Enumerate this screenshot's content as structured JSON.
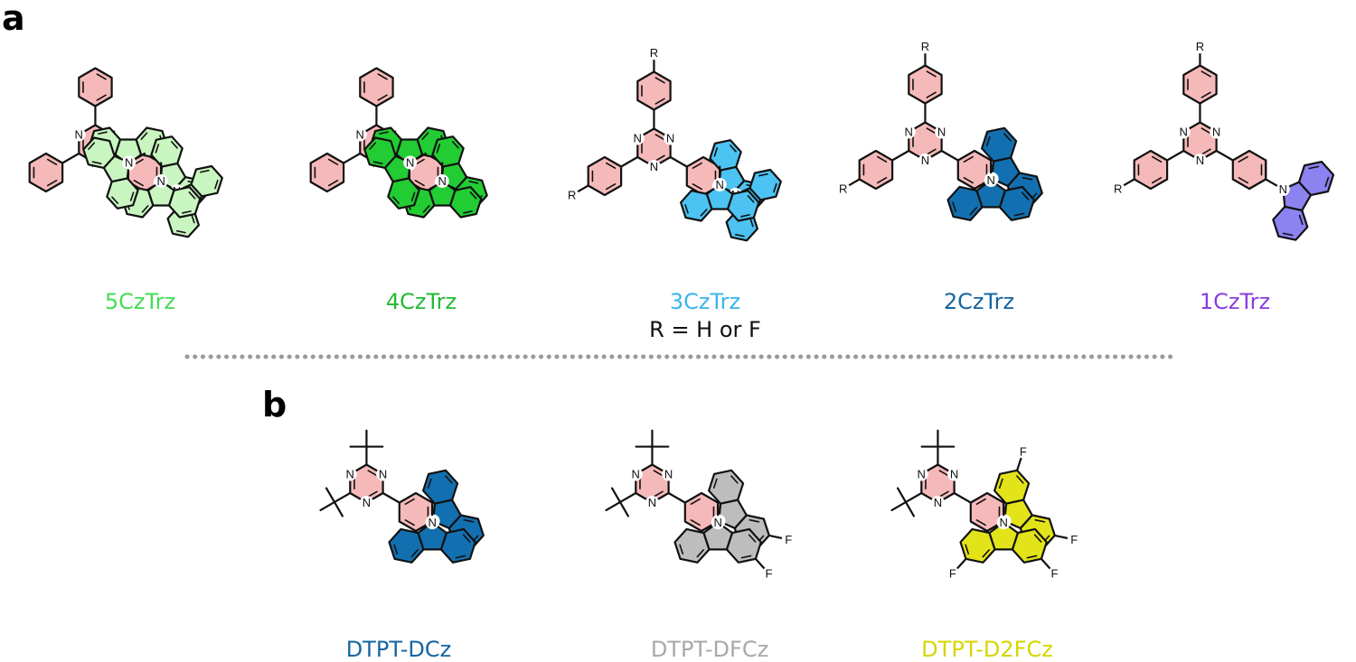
{
  "panels": {
    "a": {
      "letter": "a"
    },
    "b": {
      "letter": "b"
    }
  },
  "atoms": {
    "nitrogen": "N",
    "fluorine": "F",
    "r_group": "R"
  },
  "note": "R = H or F",
  "colors": {
    "triazine_core": "#f6b9b9",
    "5CzTrz": "#c8f5c0",
    "4CzTrz": "#22cc33",
    "3CzTrz": "#4cc3f2",
    "2CzTrz": "#1370b0",
    "1CzTrz": "#8c82f0",
    "DTPT-DCz": "#1370b0",
    "DTPT-DFCz": "#bdbdbd",
    "DTPT-D2FCz": "#e3e31a"
  },
  "compounds": [
    {
      "id": "5CzTrz",
      "label": "5CzTrz",
      "color": "#44dd55",
      "carbazoles": 5
    },
    {
      "id": "4CzTrz",
      "label": "4CzTrz",
      "color": "#22bb33",
      "carbazoles": 4
    },
    {
      "id": "3CzTrz",
      "label": "3CzTrz",
      "color": "#3ab4ee",
      "carbazoles": 3
    },
    {
      "id": "2CzTrz",
      "label": "2CzTrz",
      "color": "#1565a0",
      "carbazoles": 2
    },
    {
      "id": "1CzTrz",
      "label": "1CzTrz",
      "color": "#8a3ee0",
      "carbazoles": 1
    },
    {
      "id": "DTPT-DCz",
      "label": "DTPT-DCz",
      "color": "#1565a0",
      "carbazoles": 2
    },
    {
      "id": "DTPT-DFCz",
      "label": "DTPT-DFCz",
      "color": "#a8a8a8",
      "carbazoles": 2
    },
    {
      "id": "DTPT-D2FCz",
      "label": "DTPT-D2FCz",
      "color": "#d6d600",
      "carbazoles": 2
    }
  ]
}
